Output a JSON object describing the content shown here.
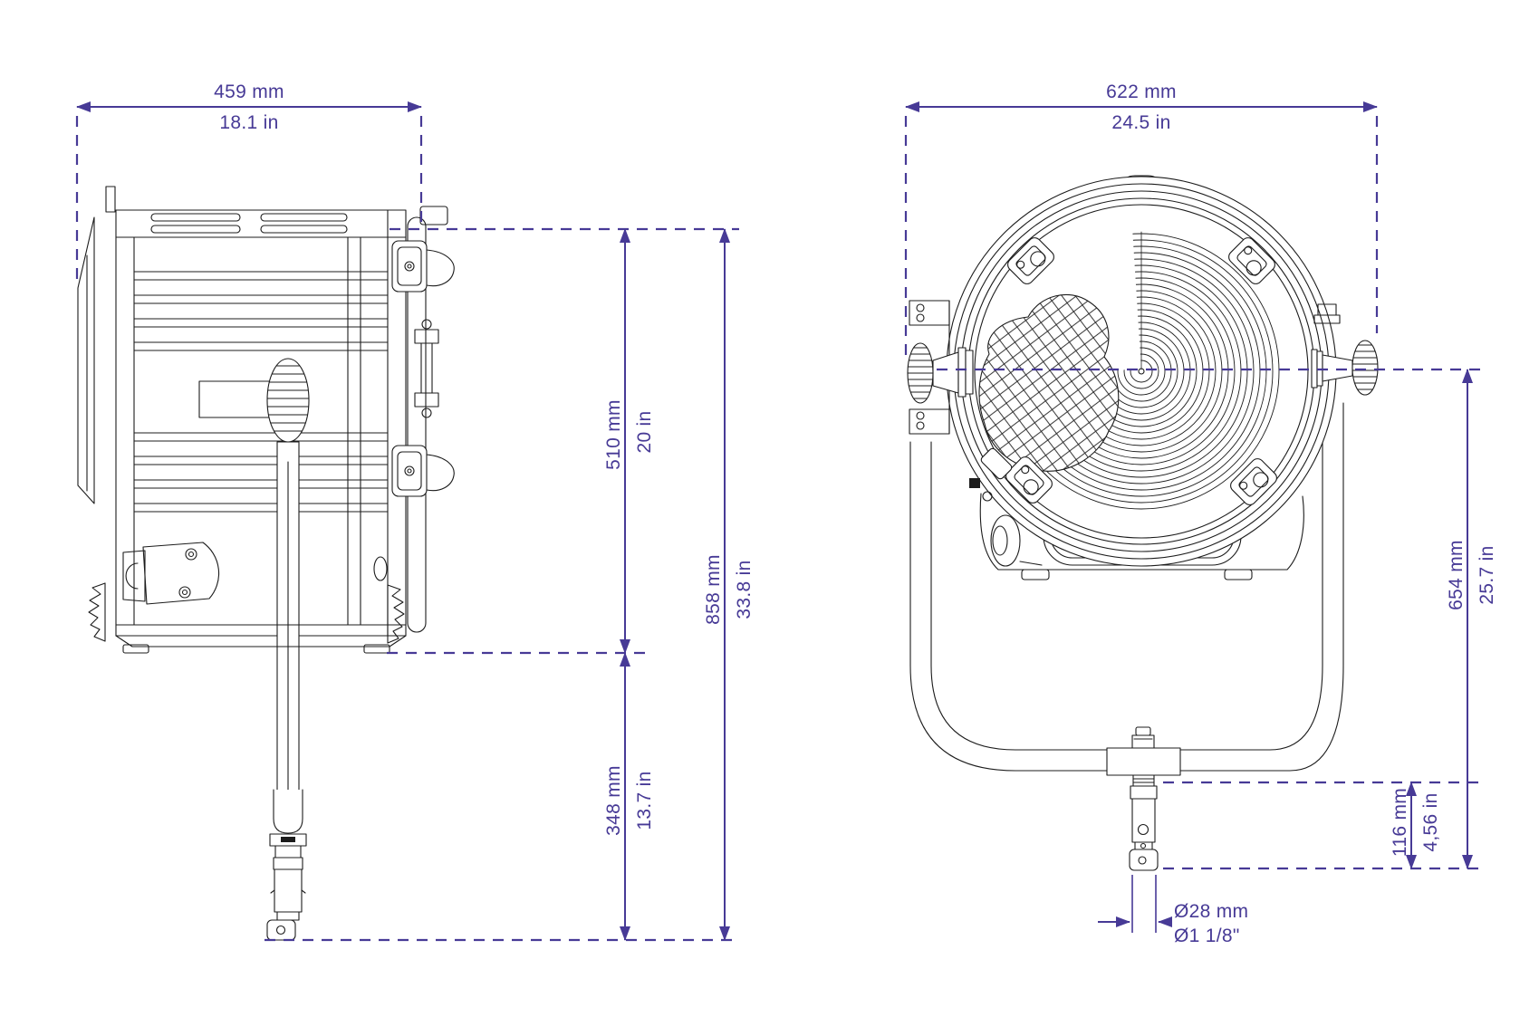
{
  "colors": {
    "dimension": "#473a96",
    "artwork": "#1c1c1c",
    "background": "#ffffff"
  },
  "dimensions": {
    "side_view": {
      "width_mm": "459 mm",
      "width_in": "18.1 in",
      "body_height_mm": "510 mm",
      "body_height_in": "20 in",
      "below_body_mm": "348 mm",
      "below_body_in": "13.7 in",
      "overall_height_mm": "858 mm",
      "overall_height_in": "33.8 in"
    },
    "front_view": {
      "width_mm": "622 mm",
      "width_in": "24.5 in",
      "center_to_spigot_mm": "654 mm",
      "center_to_spigot_in": "25.7 in",
      "spigot_length_mm": "116 mm",
      "spigot_length_in": "4,56 in",
      "spigot_diameter_mm": "Ø28 mm",
      "spigot_diameter_in": "Ø1 1/8\""
    }
  }
}
